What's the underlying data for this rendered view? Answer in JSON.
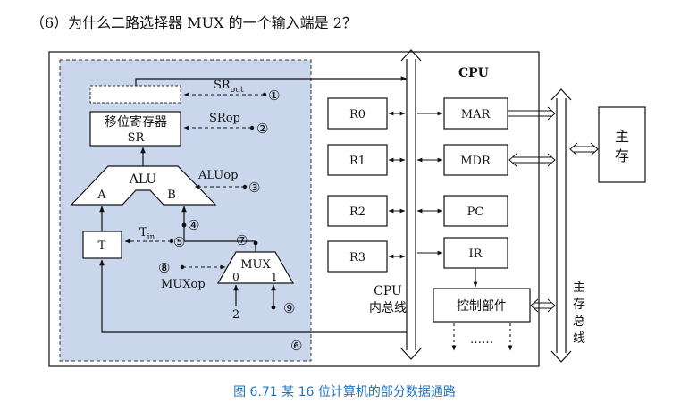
{
  "question": "（6）为什么二路选择器 MUX 的一个输入端是 2？",
  "caption": "图 6.71    某 16 位计算机的部分数据通路",
  "labels": {
    "cpu": "CPU",
    "sr_out_main": "SR",
    "sr_out_sub": "out",
    "shift_register": "移位寄存器",
    "sr": "SR",
    "srop": "SRop",
    "alu": "ALU",
    "alu_a": "A",
    "alu_b": "B",
    "aluop": "ALUop",
    "t": "T",
    "tin_main": "T",
    "tin_sub": "in",
    "mux": "MUX",
    "mux_0": "0",
    "mux_1": "1",
    "muxop": "MUXop",
    "const_2": "2",
    "cpu_bus_line1": "CPU",
    "cpu_bus_line2": "内总线",
    "r0": "R0",
    "r1": "R1",
    "r2": "R2",
    "r3": "R3",
    "mar": "MAR",
    "mdr": "MDR",
    "pc": "PC",
    "ir": "IR",
    "control": "控制部件",
    "dots": "……",
    "memory_line1": "主",
    "memory_line2": "存",
    "membus_1": "主",
    "membus_2": "存",
    "membus_3": "总",
    "membus_4": "线"
  },
  "signals": [
    "①",
    "②",
    "③",
    "④",
    "⑤",
    "⑥",
    "⑦",
    "⑧",
    "⑨"
  ],
  "colors": {
    "datapath_fill": "#c9d6ec",
    "caption": "#1f73c4",
    "line": "#111111"
  }
}
